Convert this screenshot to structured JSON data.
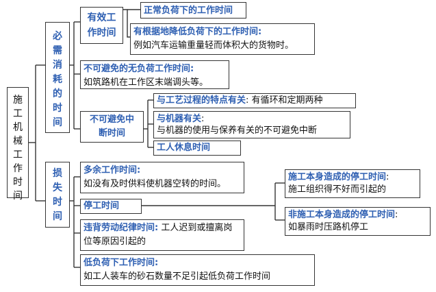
{
  "root": "施工机械工作时间",
  "necessary": {
    "label": "必需消耗的时间",
    "effective": {
      "label": "有效工作时间",
      "normal": "正常负荷下的工作时间",
      "reduced_title": "有根据地降低负荷下的工作时间",
      "reduced_colon": ":",
      "reduced_example": "例如汽车运输重量轻而体积大的货物时。"
    },
    "unavoidable_idle": {
      "title": "不可避免的无负荷工作时间",
      "colon": ":",
      "example": "如筑路机在工作区末端调头等。"
    },
    "unavoidable_stop": {
      "label": "不可避免中断时间",
      "process_title": "与工艺过程的特点有关",
      "process_colon": ":",
      "process_text": "有循环和定期两种",
      "machine_title": "与机器有关",
      "machine_colon": ":",
      "machine_text": "与机器的使用与保养有关的不可避免中断",
      "rest": "工人休息时间"
    }
  },
  "loss": {
    "label": "损失时间",
    "excess": {
      "title": "多余工作时间",
      "colon": ":",
      "text": "如没有及时供料使机器空转的时间。"
    },
    "stop": {
      "label": "停工时间",
      "internal_title": "施工本身造成的停工时间",
      "internal_colon": ":",
      "internal_text": "施工组织得不好而引起的",
      "external_title": "非施工本身造成的停工时间",
      "external_colon": ":",
      "external_text": "如暴雨时压路机停工"
    },
    "discipline": {
      "title": "违背劳动纪律时间",
      "colon": ":",
      "text": "工人迟到或擅离岗位等原因引起的"
    },
    "low_load": {
      "title": "低负荷下工作时间",
      "colon": ":",
      "text": "如工人装车的砂石数量不足引起低负荷工作时间"
    }
  },
  "colors": {
    "accent": "#2e5fb2",
    "line": "#333333"
  }
}
